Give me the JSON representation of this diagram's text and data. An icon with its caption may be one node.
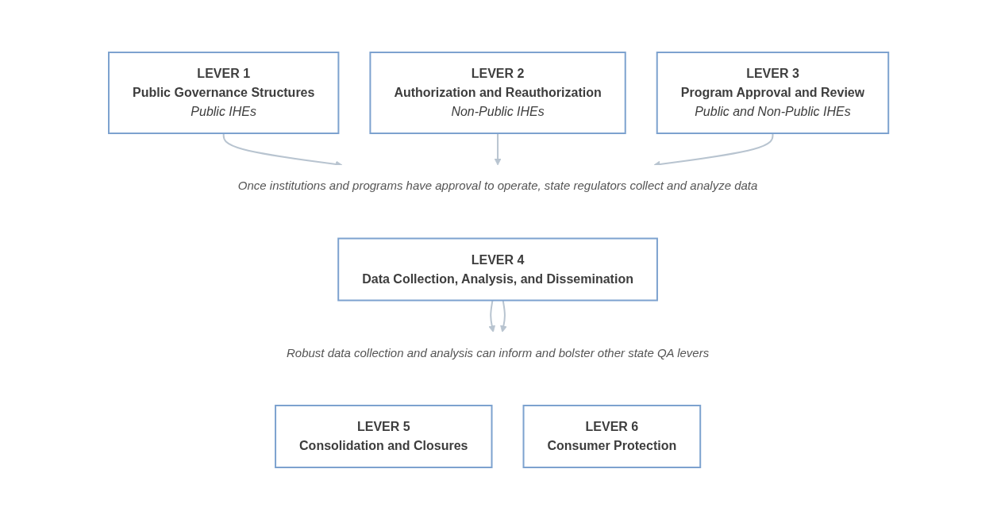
{
  "diagram": {
    "nodes": [
      {
        "text": [
          "LEVER 1",
          "Public Governance Structures",
          "Public IHEs"
        ]
      },
      {
        "text": [
          "LEVER 2",
          "Authorization and Reauthorization",
          "Non-Public IHEs"
        ]
      },
      {
        "text": [
          "LEVER 3",
          "Program Approval and Review",
          "Public and Non-Public IHEs"
        ]
      },
      {
        "text": [
          "Once institutions and programs have approval to operate, state regulators collect and analyze data"
        ]
      },
      {
        "text": [
          "LEVER 4",
          "Data Collection, Analysis, and Dissemination"
        ]
      },
      {
        "text": [
          "Robust data collection and analysis can inform and bolster other state QA levers"
        ]
      },
      {
        "text": [
          "LEVER 5",
          "Consolidation and Closures"
        ]
      },
      {
        "text": [
          "LEVER 6",
          "Consumer Protection"
        ]
      }
    ],
    "edges": [
      {
        "from": 0,
        "to": 3,
        "arrow": "to",
        "color": "#b8c4d0"
      },
      {
        "from": 1,
        "to": 3,
        "arrow": "to",
        "color": "#b8c4d0"
      },
      {
        "from": 2,
        "to": 3,
        "arrow": "to",
        "color": "#b8c4d0"
      },
      {
        "from": 4,
        "to": 5,
        "arrow": "to",
        "color": "#b8c4d0"
      },
      {
        "from": 4,
        "to": 5,
        "arrow": "to",
        "color": "#b8c4d0"
      }
    ]
  }
}
